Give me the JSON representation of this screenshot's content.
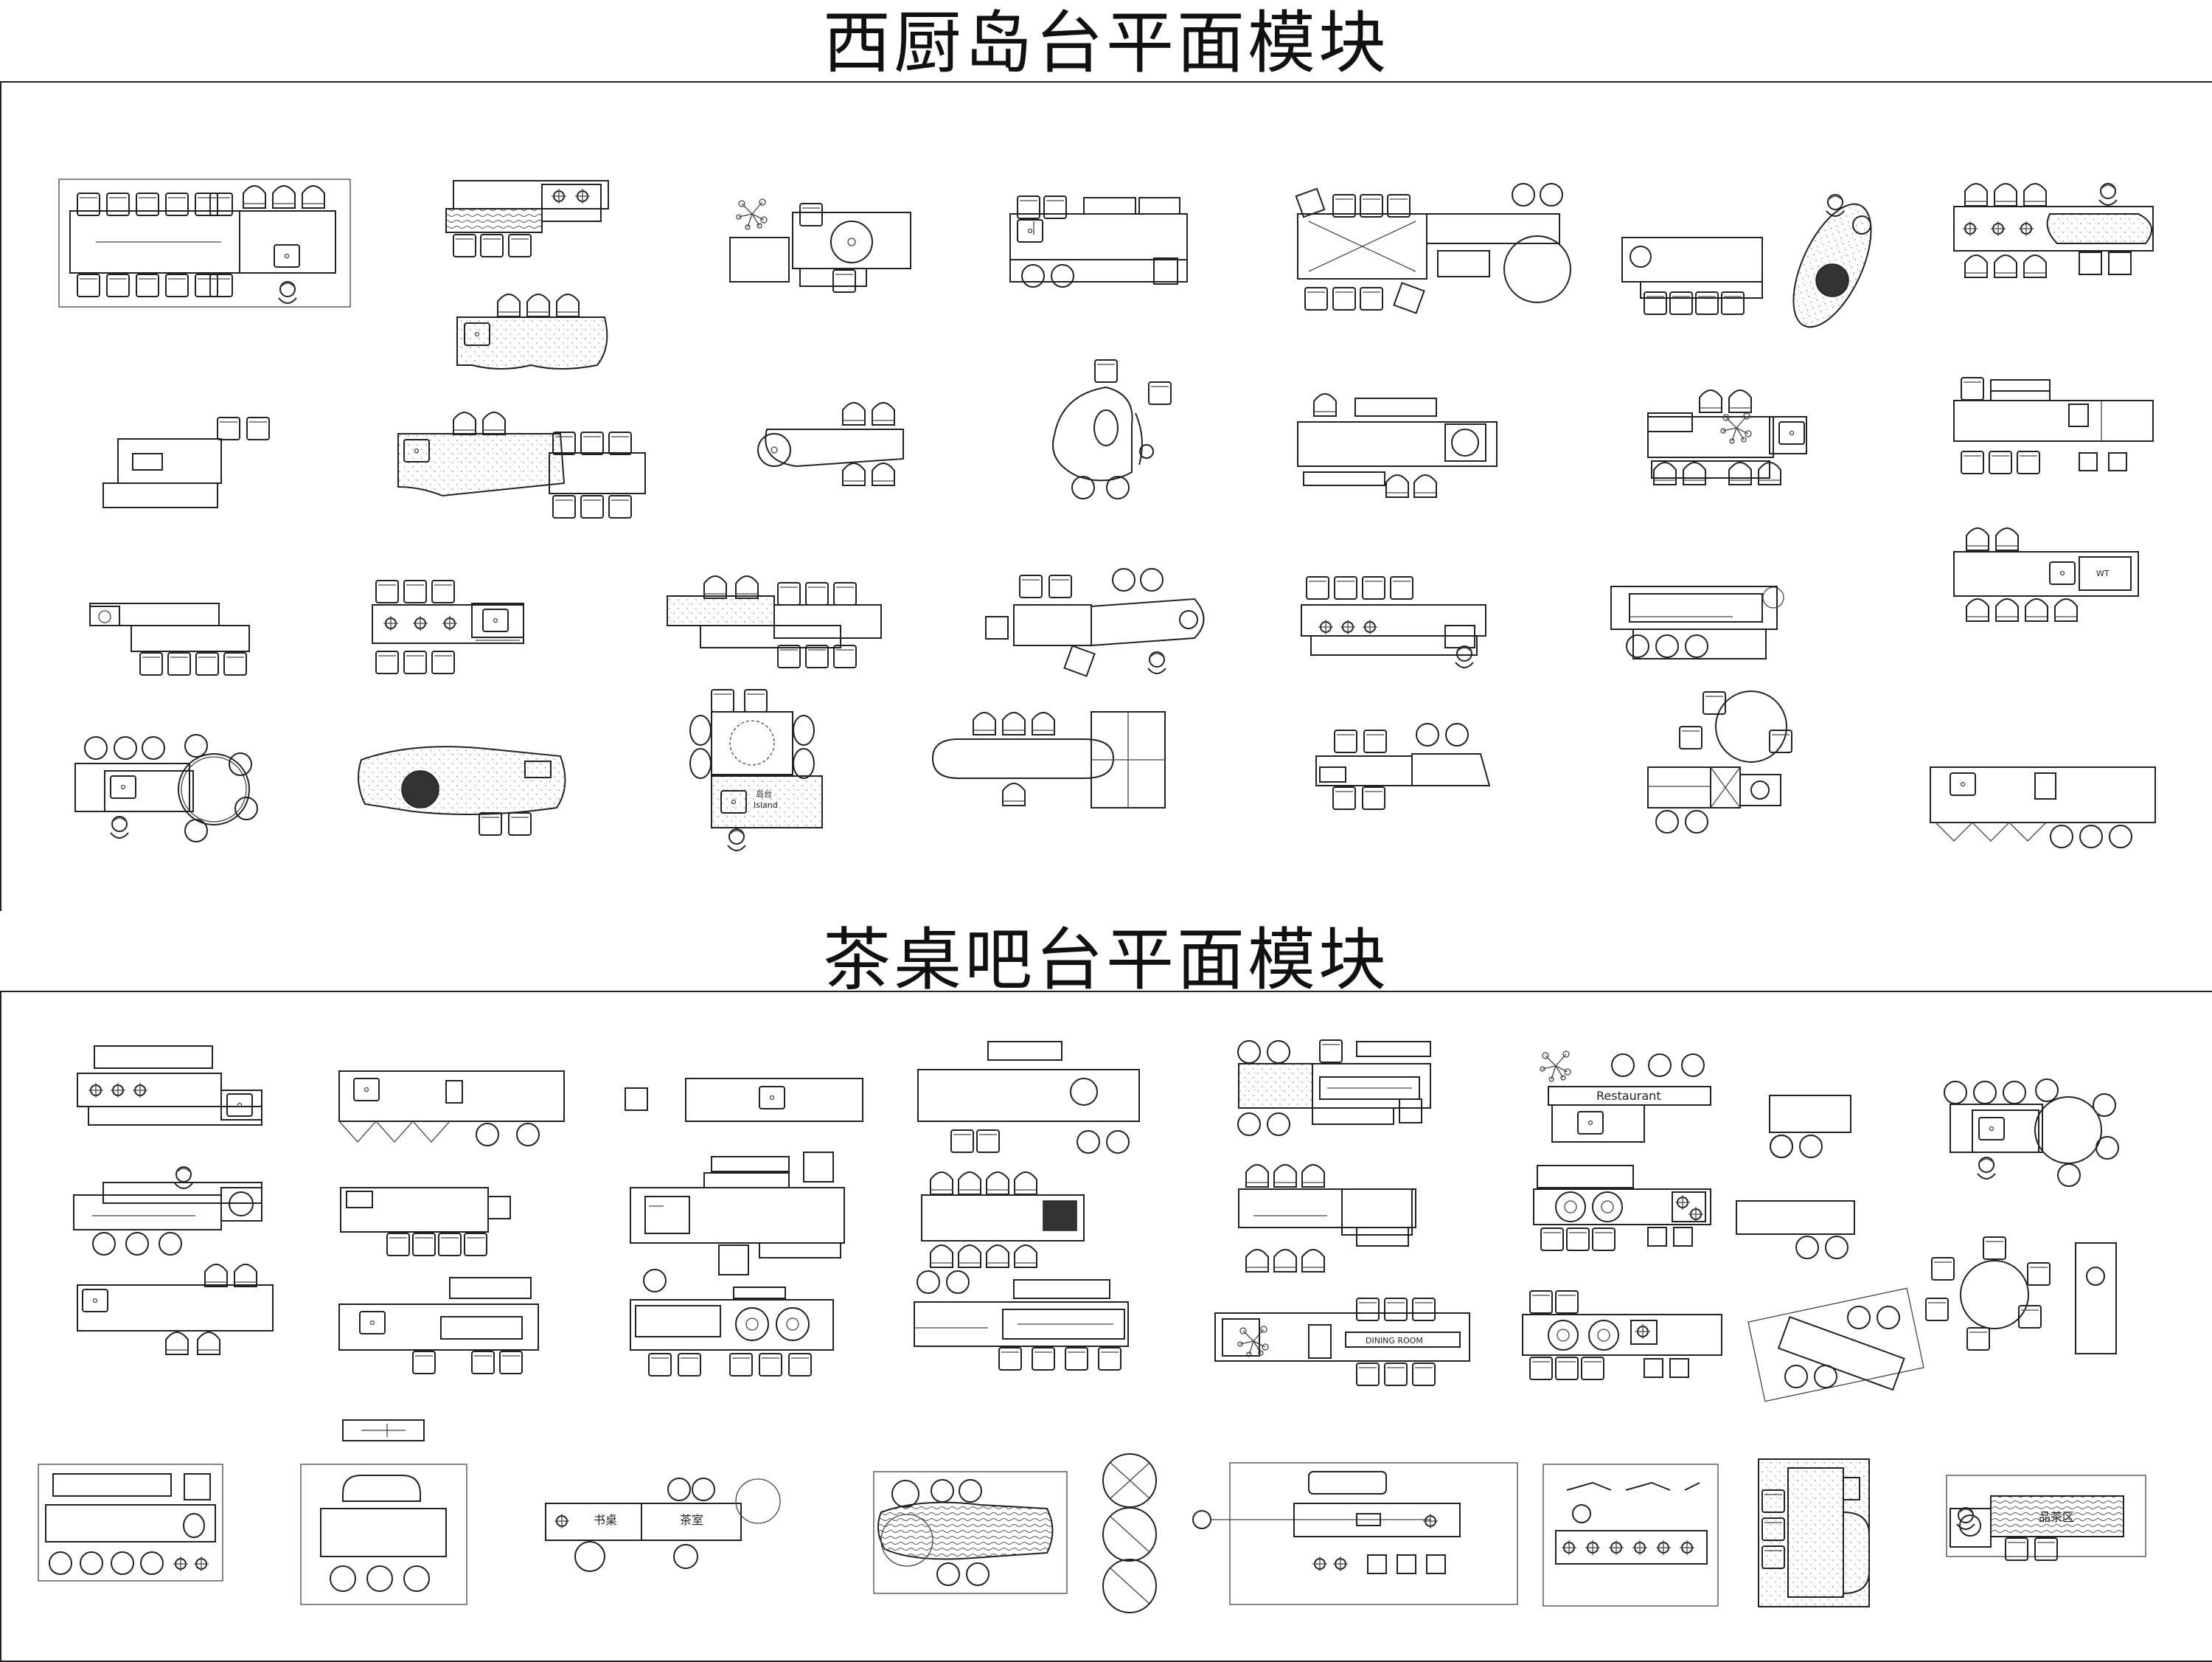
{
  "section1": {
    "title": "西厨岛台平面模块"
  },
  "section2": {
    "title": "茶桌吧台平面模块"
  },
  "labels": {
    "island": "岛台",
    "island_en": "Island",
    "restaurant": "Restaurant",
    "diningroom": "DINING ROOM",
    "desk": "书桌",
    "tearoom": "茶室",
    "tea_area": "品茶区",
    "appliance": "WT"
  },
  "colors": {
    "line": "#222222",
    "background": "#ffffff"
  }
}
